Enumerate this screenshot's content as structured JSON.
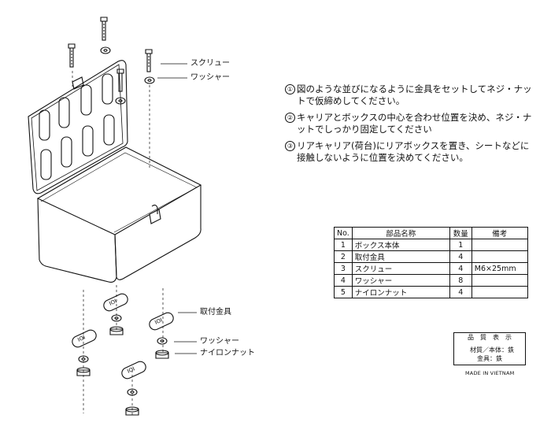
{
  "callouts": {
    "screw": "スクリュー",
    "washer_top": "ワッシャー",
    "bracket": "取付金具",
    "washer_bottom": "ワッシャー",
    "nylon_nut": "ナイロンナット"
  },
  "bracket_marking": "IOI",
  "instructions": [
    {
      "num": "①",
      "text": "図のような並びになるように金具をセットしてネジ・ナットで仮締めしてください。"
    },
    {
      "num": "②",
      "text": "キャリアとボックスの中心を合わせ位置を決め、ネジ・ナットでしっかり固定してください"
    },
    {
      "num": "③",
      "text": "リアキャリア(荷台)にリアボックスを置き、シートなどに接触しないように位置を決めてください。"
    }
  ],
  "parts_table": {
    "headers": [
      "No.",
      "部品名称",
      "数量",
      "備考"
    ],
    "rows": [
      {
        "no": "1",
        "name": "ボックス本体",
        "qty": "1",
        "note": ""
      },
      {
        "no": "2",
        "name": "取付金具",
        "qty": "4",
        "note": ""
      },
      {
        "no": "3",
        "name": "スクリュー",
        "qty": "4",
        "note": "M6×25mm"
      },
      {
        "no": "4",
        "name": "ワッシャー",
        "qty": "8",
        "note": ""
      },
      {
        "no": "5",
        "name": "ナイロンナット",
        "qty": "4",
        "note": ""
      }
    ]
  },
  "quality_label": {
    "title": "品　質　表　示",
    "line1": "材質／本体：鉄",
    "line2": "金具：鉄"
  },
  "made_in": "MADE IN VIETNAM"
}
